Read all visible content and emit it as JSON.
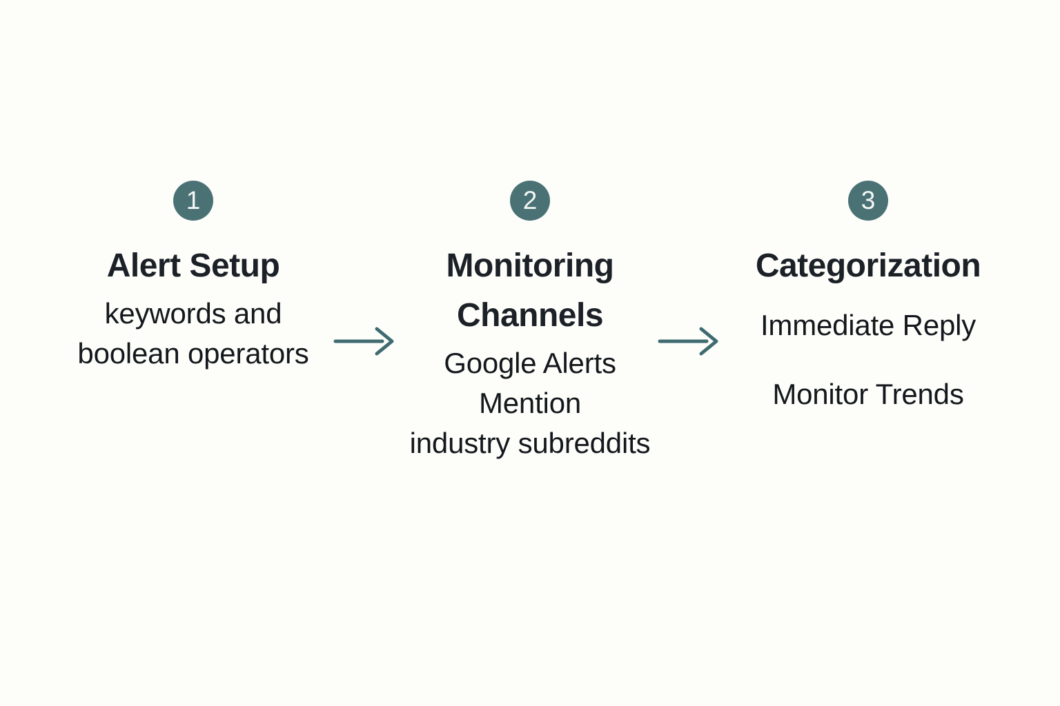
{
  "theme": {
    "background": "#fdfdfa",
    "badge_fill": "#4a7275",
    "badge_text": "#f4f7f5",
    "title_color": "#1b2127",
    "body_color": "#14181c",
    "arrow_color": "#3f6b70"
  },
  "diagram": {
    "type": "horizontal-process-flow",
    "steps": [
      {
        "number": "1",
        "title": "Alert Setup",
        "body": "keywords and\nboolean operators",
        "items": []
      },
      {
        "number": "2",
        "title": "Monitoring\nChannels",
        "body": "Google Alerts\nMention\nindustry subreddits",
        "items": []
      },
      {
        "number": "3",
        "title": "Categorization",
        "body": "",
        "items": [
          "Immediate Reply",
          "Monitor Trends"
        ]
      }
    ],
    "connectors": [
      {
        "from": "1",
        "to": "2",
        "icon": "arrow-right-icon"
      },
      {
        "from": "2",
        "to": "3",
        "icon": "arrow-right-icon"
      }
    ]
  }
}
